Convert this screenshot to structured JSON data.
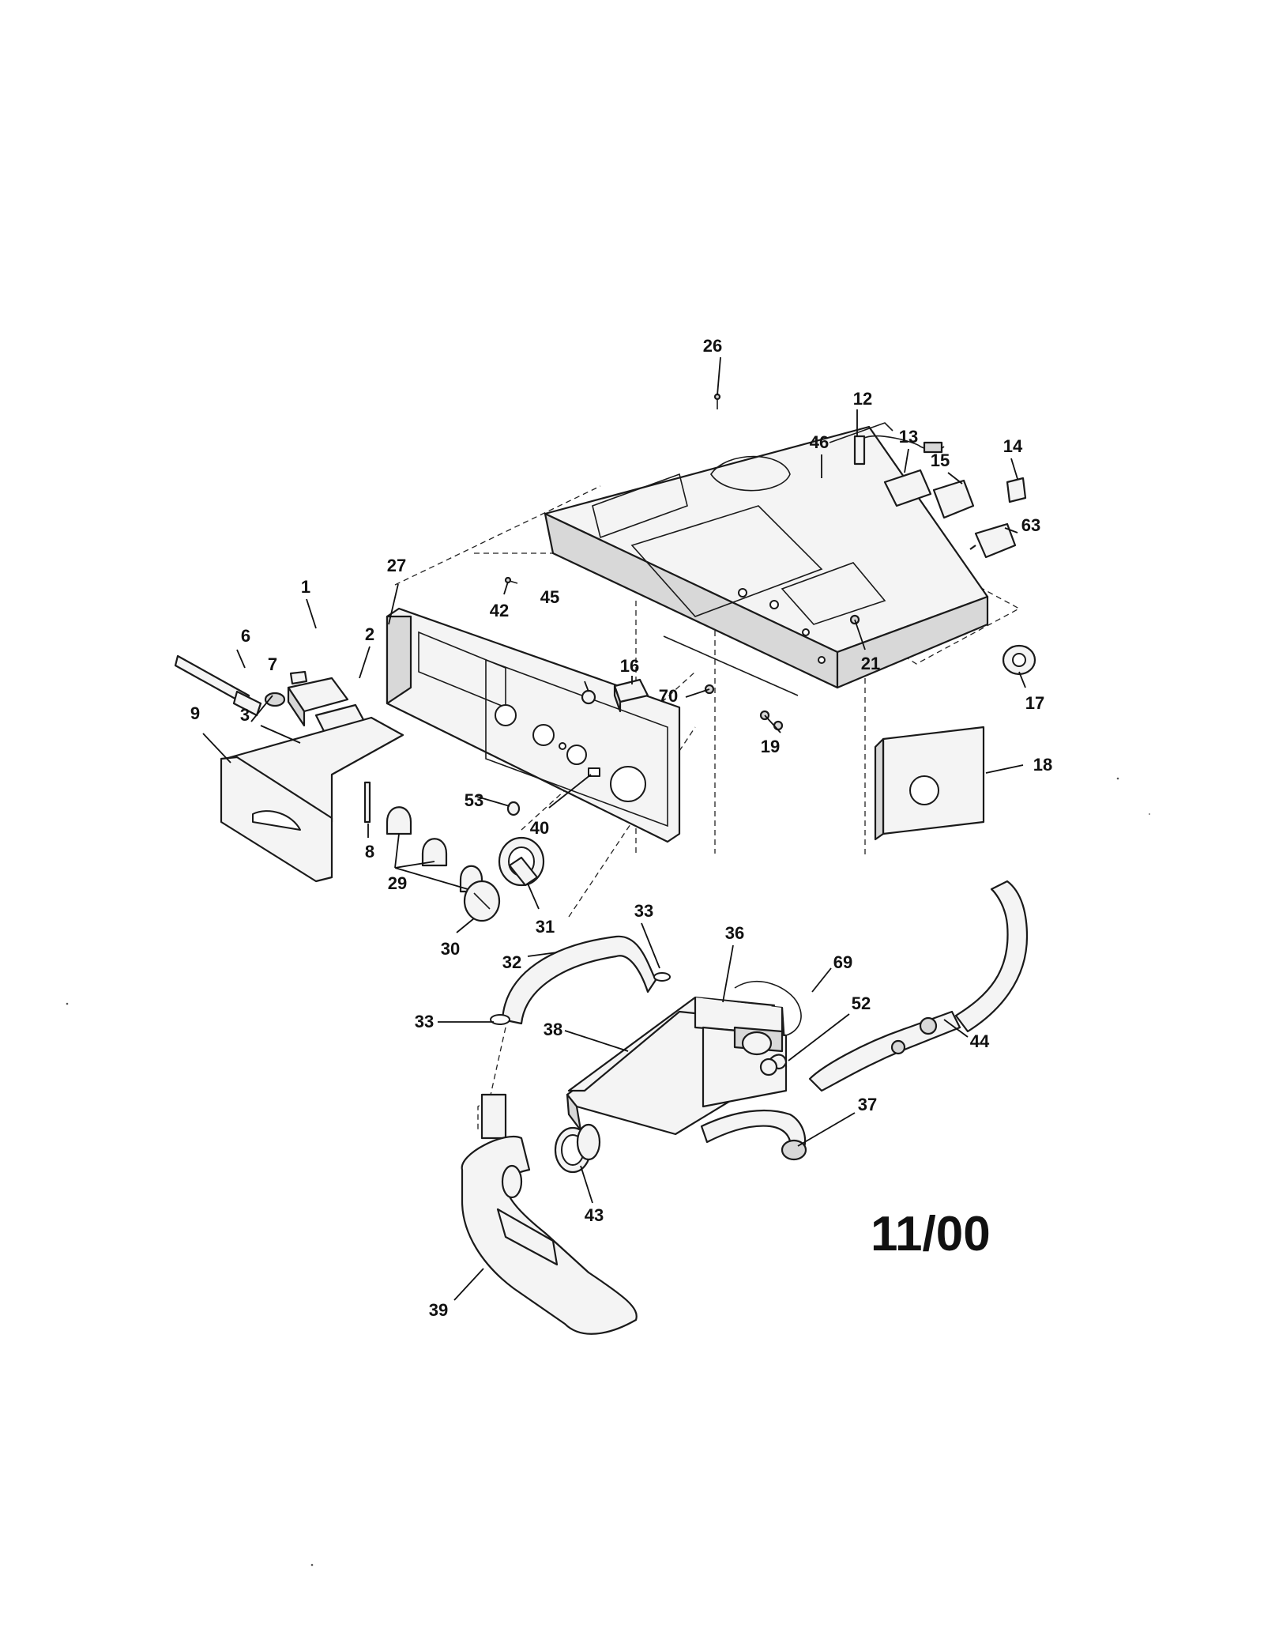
{
  "diagram": {
    "date_stamp": "11/00",
    "callouts": {
      "p1": "1",
      "p2": "2",
      "p3": "3",
      "p6": "6",
      "p7": "7",
      "p8": "8",
      "p9": "9",
      "p12": "12",
      "p13": "13",
      "p14": "14",
      "p15": "15",
      "p16": "16",
      "p17": "17",
      "p18": "18",
      "p19": "19",
      "p21": "21",
      "p26": "26",
      "p27": "27",
      "p29": "29",
      "p30": "30",
      "p31": "31",
      "p32": "32",
      "p33a": "33",
      "p33b": "33",
      "p36": "36",
      "p37": "37",
      "p38": "38",
      "p39": "39",
      "p40": "40",
      "p42": "42",
      "p43": "43",
      "p44": "44",
      "p45": "45",
      "p46": "46",
      "p52": "52",
      "p53": "53",
      "p63": "63",
      "p69": "69",
      "p70": "70"
    }
  }
}
